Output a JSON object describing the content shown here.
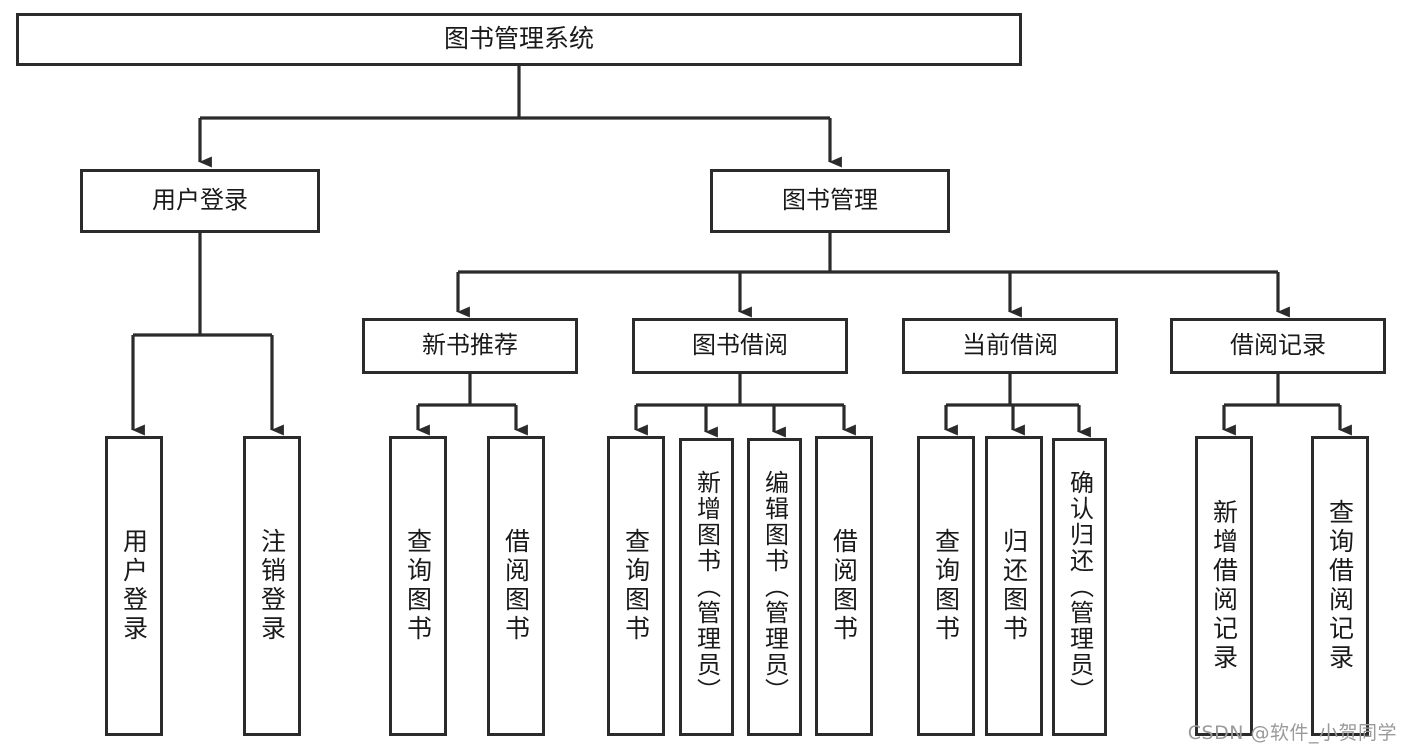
{
  "diagram": {
    "type": "tree-hierarchy",
    "title": "图书管理系统",
    "stroke_color": "#2b2b2b",
    "box_fill": "#ffffff",
    "background": "#ffffff"
  },
  "root": {
    "label": "图书管理系统"
  },
  "level1": [
    {
      "label": "用户登录"
    },
    {
      "label": "图书管理"
    }
  ],
  "level2": [
    {
      "label": "新书推荐"
    },
    {
      "label": "图书借阅"
    },
    {
      "label": "当前借阅"
    },
    {
      "label": "借阅记录"
    }
  ],
  "leaves": {
    "user_login": [
      {
        "label": "用户登录"
      },
      {
        "label": "注销登录"
      }
    ],
    "new_book_recommend": [
      {
        "label": "查询图书"
      },
      {
        "label": "借阅图书"
      }
    ],
    "book_borrow": [
      {
        "label": "查询图书"
      },
      {
        "label": "新增图书（管理员）"
      },
      {
        "label": "编辑图书（管理员）"
      },
      {
        "label": "借阅图书"
      }
    ],
    "current_borrow": [
      {
        "label": "查询图书"
      },
      {
        "label": "归还图书"
      },
      {
        "label": "确认归还（管理员）"
      }
    ],
    "borrow_record": [
      {
        "label": "新增借阅记录"
      },
      {
        "label": "查询借阅记录"
      }
    ]
  },
  "watermark": {
    "text": "CSDN @软件_小贺同学"
  }
}
